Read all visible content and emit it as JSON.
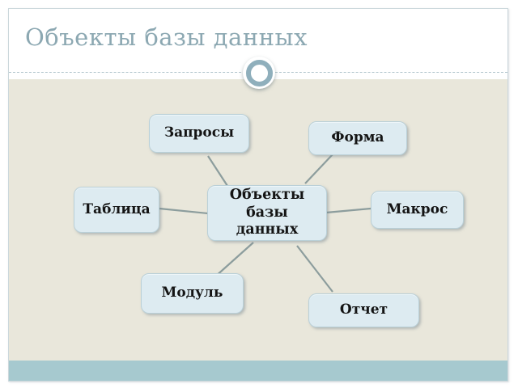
{
  "slide_title": "Объекты базы данных",
  "diagram": {
    "center_label": "Объекты базы данных",
    "nodes": [
      {
        "id": "zaprosy",
        "label": "Запросы"
      },
      {
        "id": "forma",
        "label": "Форма"
      },
      {
        "id": "tablica",
        "label": "Таблица"
      },
      {
        "id": "makros",
        "label": "Макрос"
      },
      {
        "id": "modul",
        "label": "Модуль"
      },
      {
        "id": "otchet",
        "label": "Отчет"
      }
    ],
    "edges": [
      {
        "from": "center",
        "to": "zaprosy"
      },
      {
        "from": "center",
        "to": "forma"
      },
      {
        "from": "center",
        "to": "tablica"
      },
      {
        "from": "center",
        "to": "makros"
      },
      {
        "from": "center",
        "to": "modul"
      },
      {
        "from": "center",
        "to": "otchet"
      }
    ]
  },
  "colors": {
    "title_text": "#8ca8b2",
    "body_background": "#e9e7db",
    "footer_band": "#a6c9cf",
    "node_fill": "#ddebf1",
    "node_border": "#bad0d8",
    "connector_line": "#8c9d9d"
  }
}
